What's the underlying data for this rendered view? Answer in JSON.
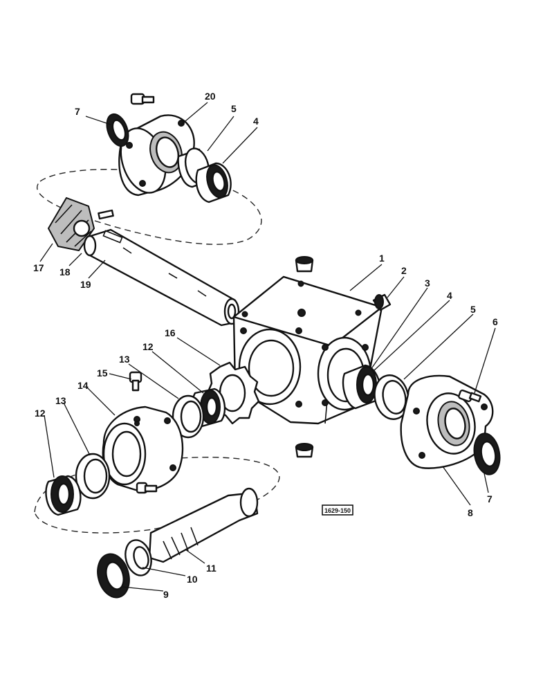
{
  "drawing": {
    "reference": "1629-150",
    "callouts": {
      "c1": "1",
      "c2": "2",
      "c3": "3",
      "c4a": "4",
      "c4b": "4",
      "c5a": "5",
      "c5b": "5",
      "c6": "6",
      "c7a": "7",
      "c7b": "7",
      "c8": "8",
      "c9": "9",
      "c10": "10",
      "c11": "11",
      "c12a": "12",
      "c12b": "12",
      "c13a": "13",
      "c13b": "13",
      "c14": "14",
      "c15": "15",
      "c16": "16",
      "c17": "17",
      "c18": "18",
      "c19": "19",
      "c20": "20"
    }
  }
}
